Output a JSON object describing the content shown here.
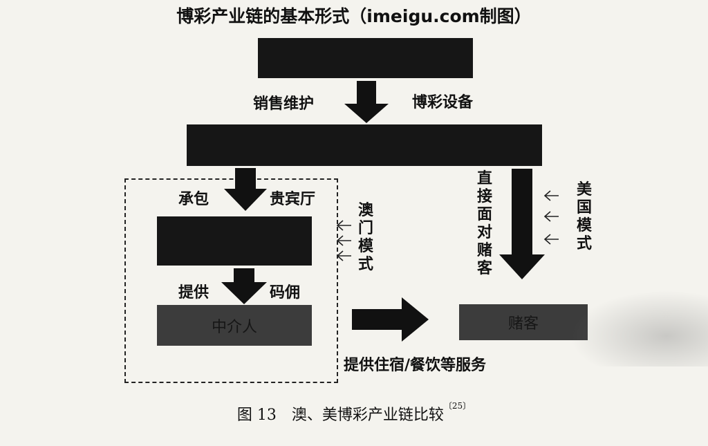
{
  "diagram": {
    "title": "博彩产业链的基本形式（imeigu.com制图）",
    "boxes": {
      "top": "",
      "middle": "",
      "macau_box": "",
      "macau_bottom": "中介人",
      "customer": "赌客"
    },
    "labels": {
      "sales_maintenance": "销售维护",
      "gaming_equipment": "博彩设备",
      "contract": "承包",
      "vip_room": "贵宾厅",
      "provide": "提供",
      "commission": "码佣",
      "services": "提供住宿/餐饮等服务",
      "macau_mode": "澳门模式",
      "direct_face": "直接面对赌客",
      "us_mode": "美国模式"
    },
    "caption": {
      "text": "图 13　澳、美博彩产业链比较",
      "ref": "〔25〕"
    },
    "colors": {
      "box_dark": "#161616",
      "box_gray": "#3c3c3c",
      "arrow": "#111111",
      "background": "#f4f3ee"
    }
  }
}
